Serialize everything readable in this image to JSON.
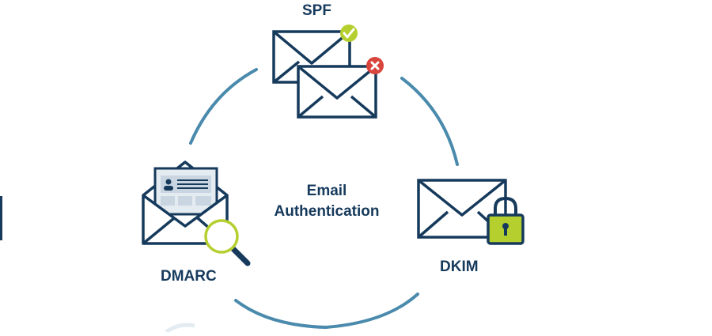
{
  "diagram": {
    "center_label": {
      "line1": "Email",
      "line2": "Authentication"
    },
    "nodes": {
      "spf": {
        "label": "SPF",
        "icons": [
          "envelope-icon",
          "check-badge-icon",
          "envelope-icon",
          "x-badge-icon"
        ]
      },
      "dkim": {
        "label": "DKIM",
        "icons": [
          "envelope-icon",
          "padlock-icon"
        ]
      },
      "dmarc": {
        "label": "DMARC",
        "icons": [
          "open-envelope-icon",
          "id-card-icon",
          "magnifier-icon"
        ]
      }
    },
    "colors": {
      "navy": "#163a5c",
      "ring": "#4a8aac",
      "lime": "#b5cf2f",
      "error_red": "#d9453d",
      "card_fill": "#e4ebf1",
      "card_panel": "#c9d6e1"
    }
  }
}
